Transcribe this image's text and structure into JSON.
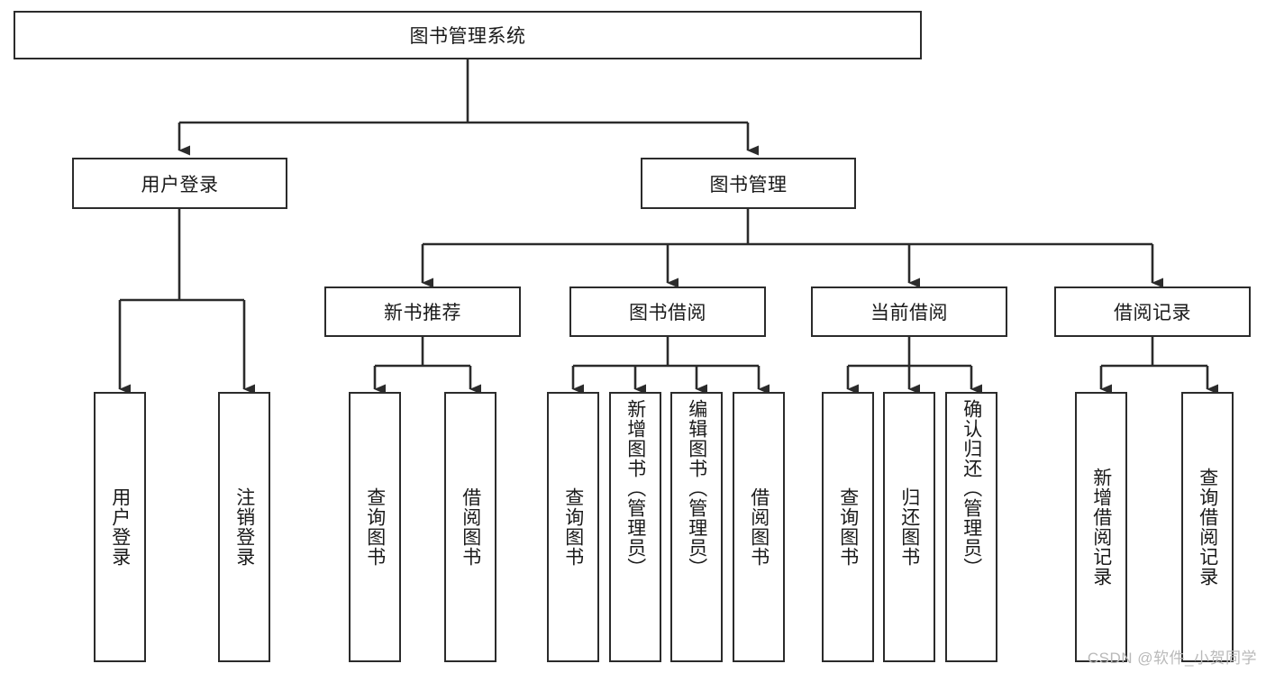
{
  "diagram": {
    "type": "hierarchy-tree",
    "title_node": {
      "label": "图书管理系统"
    },
    "level2": [
      {
        "label": "用户登录"
      },
      {
        "label": "图书管理"
      }
    ],
    "level3": [
      {
        "label": "新书推荐"
      },
      {
        "label": "图书借阅"
      },
      {
        "label": "当前借阅"
      },
      {
        "label": "借阅记录"
      }
    ],
    "leaves": {
      "user_login": [
        {
          "label": "用户登录"
        },
        {
          "label": "注销登录"
        }
      ],
      "new_book_recommend": [
        {
          "label": "查询图书"
        },
        {
          "label": "借阅图书"
        }
      ],
      "book_borrow": [
        {
          "label": "查询图书"
        },
        {
          "label": "新增图书（管理员）"
        },
        {
          "label": "编辑图书（管理员）"
        },
        {
          "label": "借阅图书"
        }
      ],
      "current_borrow": [
        {
          "label": "查询图书"
        },
        {
          "label": "归还图书"
        },
        {
          "label": "确认归还（管理员）"
        }
      ],
      "borrow_record": [
        {
          "label": "新增借阅记录"
        },
        {
          "label": "查询借阅记录"
        }
      ]
    },
    "colors": {
      "stroke": "#2b2b2b",
      "fill": "#ffffff",
      "text": "#1a1a1a",
      "watermark": "#b9b9b9"
    }
  },
  "watermark": {
    "text": "CSDN @软件_小贺同学"
  }
}
